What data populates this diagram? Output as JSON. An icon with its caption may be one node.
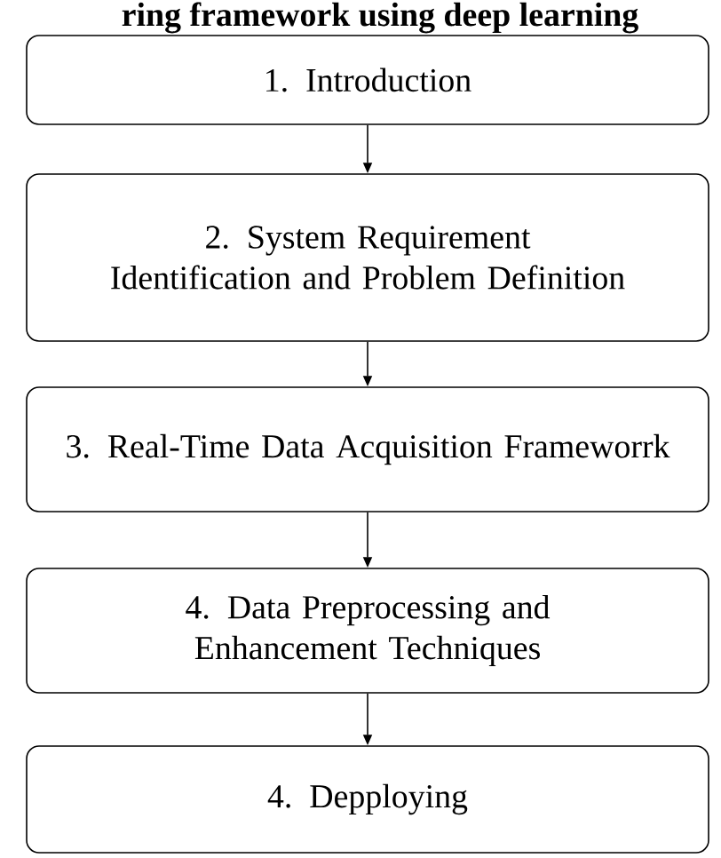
{
  "diagram": {
    "title": "ring framework using deep learning",
    "nodes": [
      {
        "text": [
          "1. Introduction"
        ]
      },
      {
        "text": [
          "2. System Requirement Identification and Problem Definition"
        ]
      },
      {
        "text": [
          "3. Real-Time Data Acquisition Frameworrk"
        ]
      },
      {
        "text": [
          "4. Data Preprocessing and Enhancement Techniques"
        ]
      },
      {
        "text": [
          "4. Depploying"
        ]
      }
    ],
    "edges": [
      {
        "from": 0,
        "to": 1,
        "arrow": "to"
      },
      {
        "from": 1,
        "to": 2,
        "arrow": "to"
      },
      {
        "from": 2,
        "to": 3,
        "arrow": "to"
      },
      {
        "from": 3,
        "to": 4,
        "arrow": "to"
      }
    ]
  }
}
